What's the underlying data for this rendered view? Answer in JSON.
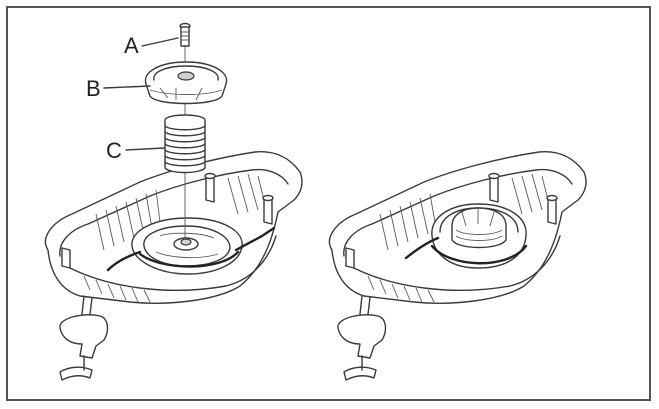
{
  "figure": {
    "callouts": [
      {
        "id": "A",
        "label": "A"
      },
      {
        "id": "B",
        "label": "B"
      },
      {
        "id": "C",
        "label": "C"
      }
    ],
    "panels": [
      "exploded-spring-assembly",
      "assembled-spring-housing"
    ]
  }
}
